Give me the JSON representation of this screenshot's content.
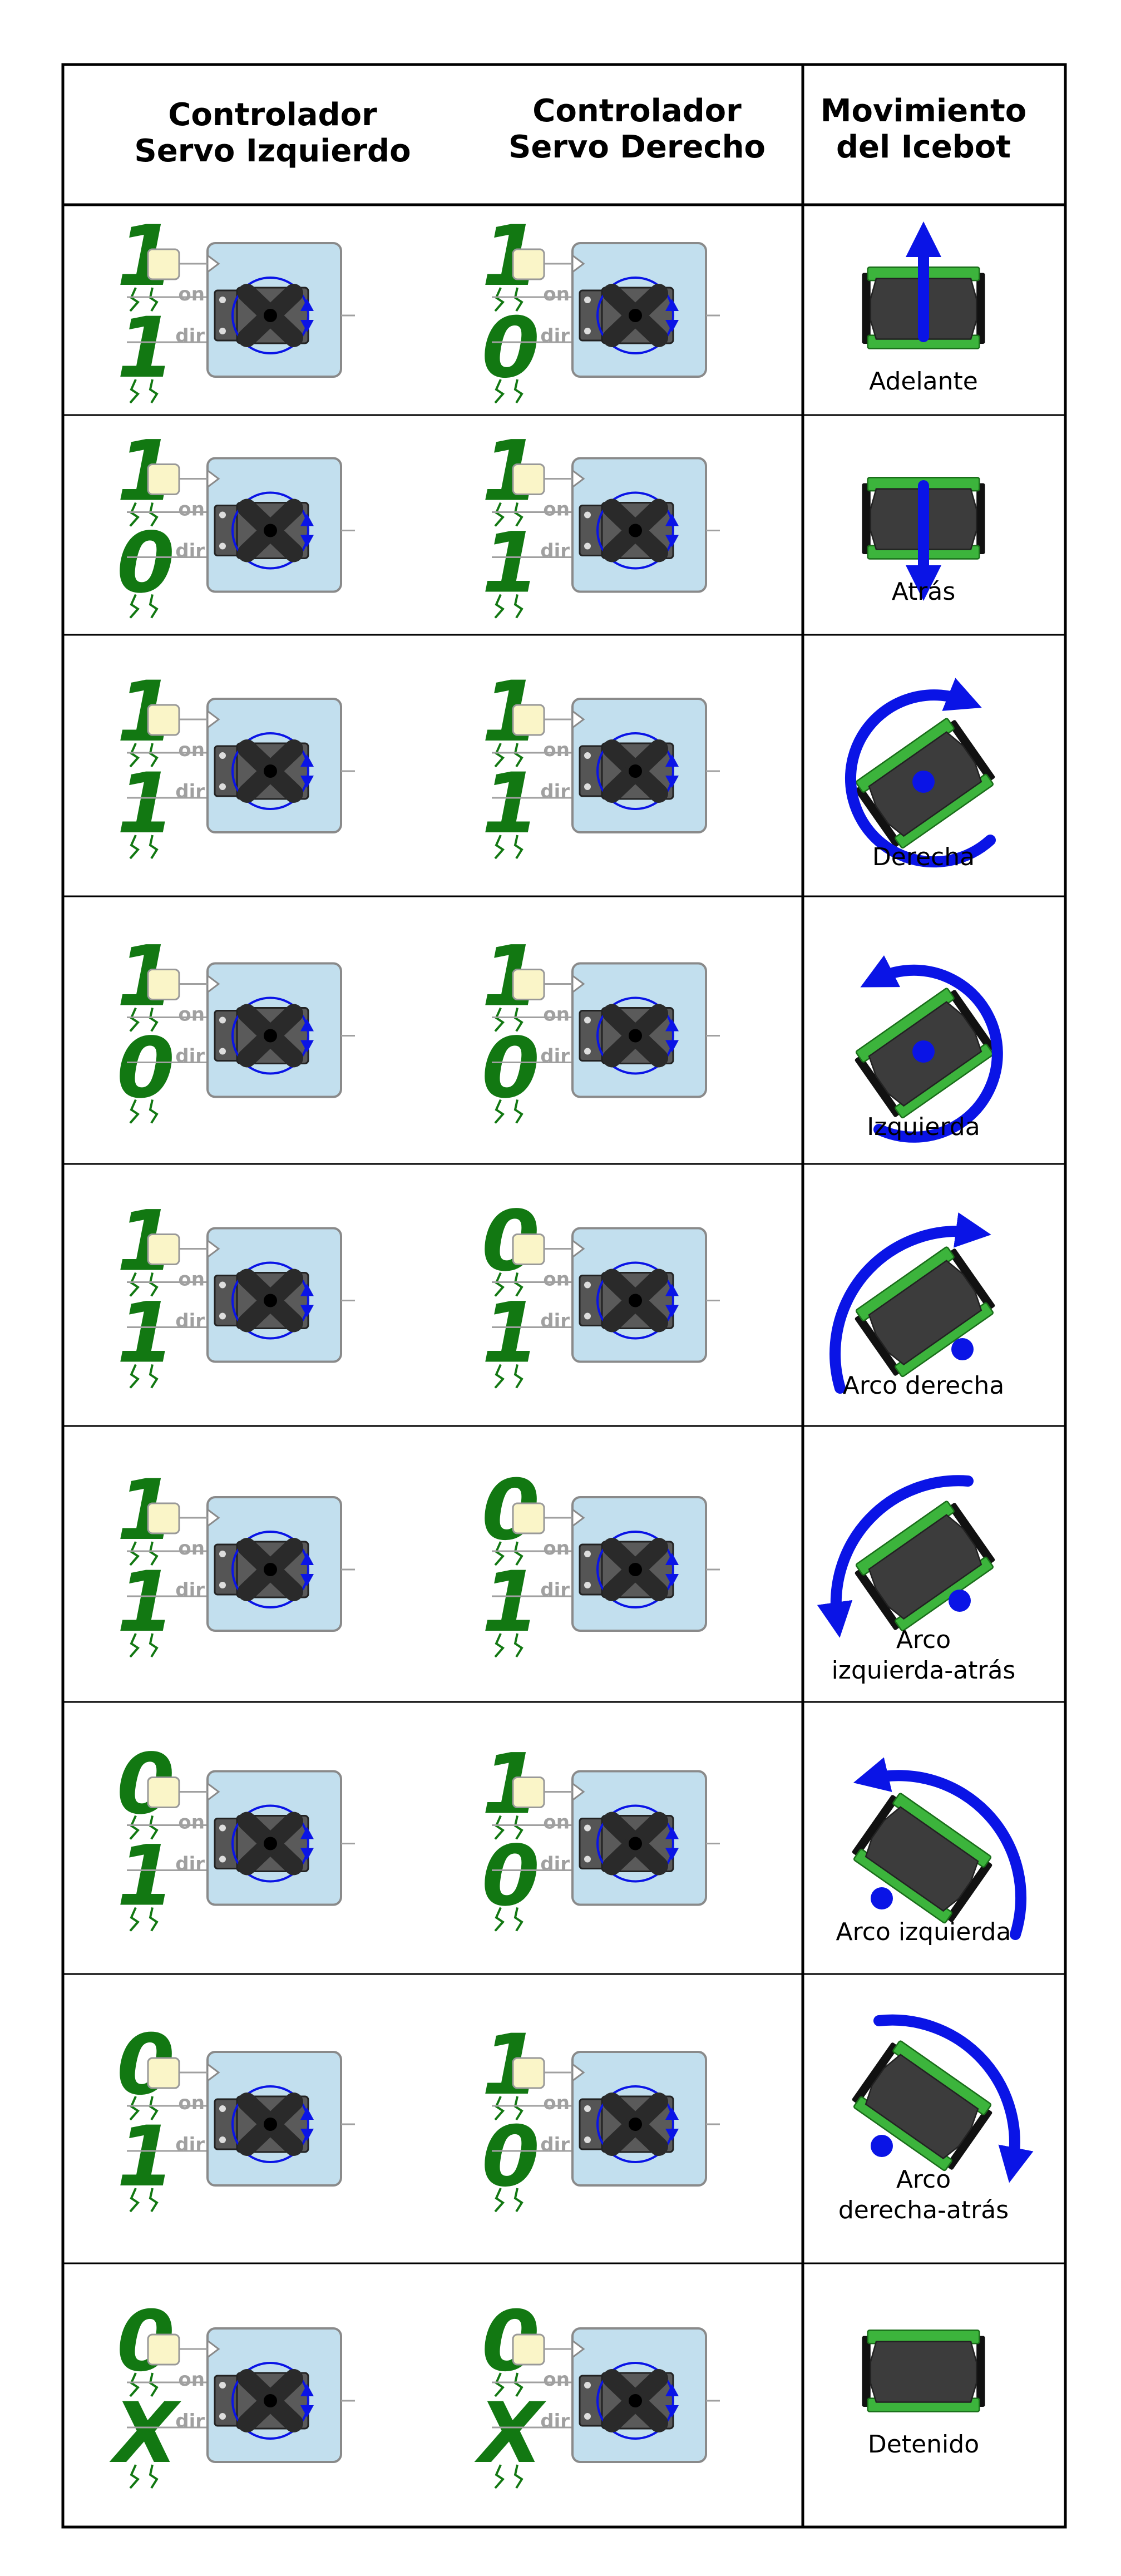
{
  "headers": {
    "left": [
      "Controlador",
      "Servo Izquierdo"
    ],
    "right": [
      "Controlador",
      "Servo Derecho"
    ],
    "motion": [
      "Movimiento",
      "del Icebot"
    ]
  },
  "pin_labels": {
    "on": "on",
    "dir": "dir"
  },
  "rows": [
    {
      "left": [
        "1",
        "1"
      ],
      "right": [
        "1",
        "0"
      ],
      "motion": [
        "Adelante"
      ],
      "icon": "forward-arrow"
    },
    {
      "left": [
        "1",
        "0"
      ],
      "right": [
        "1",
        "1"
      ],
      "motion": [
        "Atrás"
      ],
      "icon": "backward-arrow"
    },
    {
      "left": [
        "1",
        "1"
      ],
      "right": [
        "1",
        "1"
      ],
      "motion": [
        "Derecha"
      ],
      "icon": "rotate-clockwise-arrow"
    },
    {
      "left": [
        "1",
        "0"
      ],
      "right": [
        "1",
        "0"
      ],
      "motion": [
        "Izquierda"
      ],
      "icon": "rotate-counterclockwise-arrow"
    },
    {
      "left": [
        "1",
        "1"
      ],
      "right": [
        "0",
        "1"
      ],
      "motion": [
        "Arco derecha"
      ],
      "icon": "arc-right-arrow"
    },
    {
      "left": [
        "1",
        "1"
      ],
      "right": [
        "0",
        "1"
      ],
      "motion": [
        "Arco",
        "izquierda-atrás"
      ],
      "icon": "arc-left-back-arrow"
    },
    {
      "left": [
        "0",
        "1"
      ],
      "right": [
        "1",
        "0"
      ],
      "motion": [
        "Arco izquierda"
      ],
      "icon": "arc-left-arrow"
    },
    {
      "left": [
        "0",
        "1"
      ],
      "right": [
        "1",
        "0"
      ],
      "motion": [
        "Arco",
        "derecha-atrás"
      ],
      "icon": "arc-right-back-arrow"
    },
    {
      "left": [
        "0",
        "X"
      ],
      "right": [
        "0",
        "X"
      ],
      "motion": [
        "Detenido"
      ],
      "icon": "none"
    }
  ],
  "colors": {
    "bit_green": "#127812",
    "servo_box": "#c2dfee",
    "pin_box": "#faf5c8",
    "robot_body": "#3c3c3c",
    "robot_wheel": "#3cb43c",
    "arrow_blue": "#0a14e6",
    "grid_line": "#000000"
  }
}
